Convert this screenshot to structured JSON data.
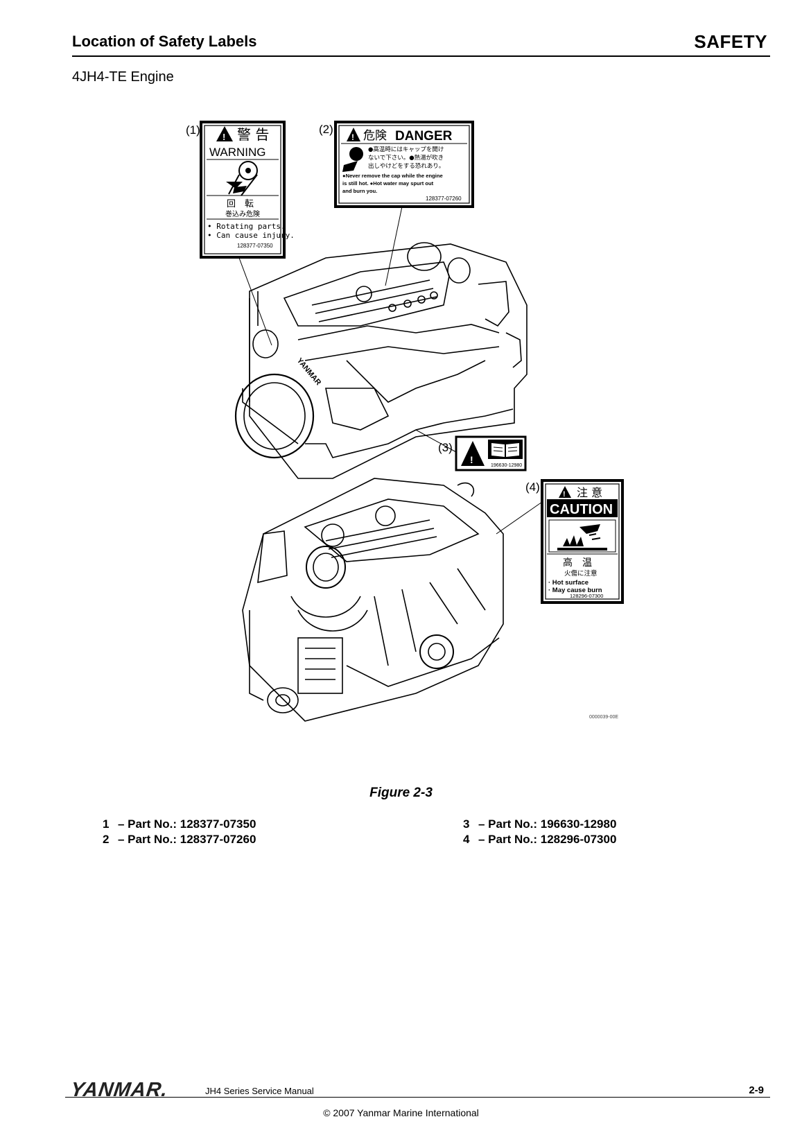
{
  "header": {
    "title": "Location of Safety Labels",
    "section": "SAFETY"
  },
  "subheading": "4JH4-TE Engine",
  "figure": {
    "callouts": [
      "(1)",
      "(2)",
      "(3)",
      "(4)"
    ],
    "image_code": "0000039-00E",
    "label1": {
      "jp_title": "警 告",
      "title": "WARNING",
      "jp_text1": "回　転",
      "jp_text2": "巻込み危険",
      "line1": "• Rotating parts.",
      "line2": "• Can cause injury.",
      "part": "128377-07350"
    },
    "label2": {
      "jp_title": "危険",
      "title": "DANGER",
      "jp_line1": "●高温時にはキャップを開け",
      "jp_line2": "ないで下さい。●熱湯が吹き",
      "jp_line3": "出しやけどをする恐れあり。",
      "line1": "●Never remove the cap while the engine",
      "line2": "is still hot.   ●Hot water may spurt out",
      "line3": "and burn you.",
      "part": "128377-07260"
    },
    "label3": {
      "part": "196630-12980"
    },
    "label4": {
      "jp_title": "注 意",
      "title": "CAUTION",
      "jp_text1": "高　温",
      "jp_text2": "火傷に注意",
      "line1": "· Hot surface",
      "line2": "· May cause burn",
      "part": "128296-07300"
    },
    "caption": "Figure 2-3"
  },
  "parts_list": {
    "left": [
      {
        "num": "1",
        "text": "– Part No.: 128377-07350"
      },
      {
        "num": "2",
        "text": "– Part No.: 128377-07260"
      }
    ],
    "right": [
      {
        "num": "3",
        "text": "– Part No.: 196630-12980"
      },
      {
        "num": "4",
        "text": "– Part No.: 128296-07300"
      }
    ]
  },
  "footer": {
    "logo": "YANMAR.",
    "manual": "JH4 Series Service Manual",
    "page": "2-9",
    "copyright": "© 2007 Yanmar Marine International"
  }
}
